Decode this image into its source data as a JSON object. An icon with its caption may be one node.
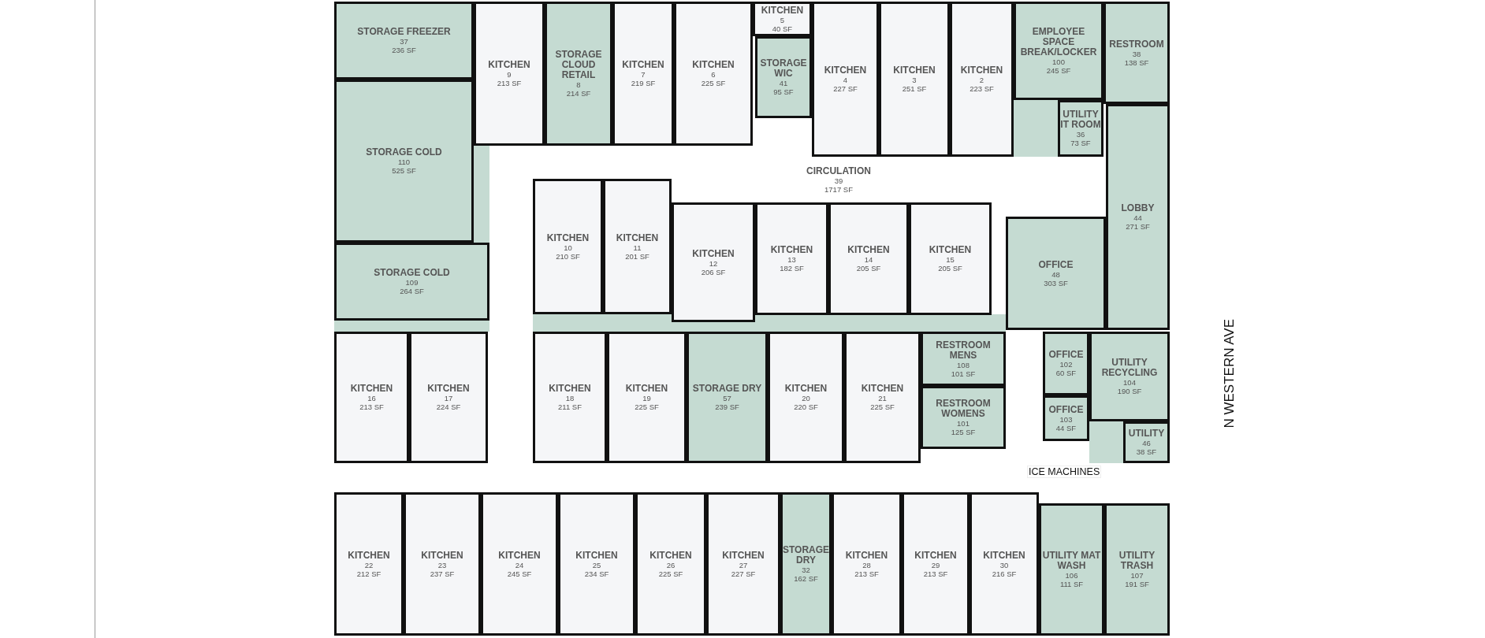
{
  "diagram": {
    "nodes": [
      {
        "text": [
          "STORAGE FREEZER",
          "37",
          "236 SF"
        ]
      },
      {
        "text": [
          "KITCHEN",
          "9",
          "213 SF"
        ]
      },
      {
        "text": [
          "STORAGE CLOUD RETAIL",
          "8",
          "214 SF"
        ]
      },
      {
        "text": [
          "KITCHEN",
          "7",
          "219 SF"
        ]
      },
      {
        "text": [
          "KITCHEN",
          "6",
          "225 SF"
        ]
      },
      {
        "text": [
          "KITCHEN",
          "5",
          "40 SF"
        ]
      },
      {
        "text": [
          "STORAGE WIC",
          "41",
          "95 SF"
        ]
      },
      {
        "text": [
          "KITCHEN",
          "4",
          "227 SF"
        ]
      },
      {
        "text": [
          "KITCHEN",
          "3",
          "251 SF"
        ]
      },
      {
        "text": [
          "KITCHEN",
          "2",
          "223 SF"
        ]
      },
      {
        "text": [
          "EMPLOYEE SPACE BREAK/LOCKER",
          "100",
          "245 SF"
        ]
      },
      {
        "text": [
          "RESTROOM",
          "38",
          "138 SF"
        ]
      },
      {
        "text": [
          "STORAGE COLD",
          "110",
          "525 SF"
        ]
      },
      {
        "text": [
          "UTILITY IT ROOM",
          "36",
          "73 SF"
        ]
      },
      {
        "text": [
          "CIRCULATION",
          "39",
          "1717 SF"
        ]
      },
      {
        "text": [
          "KITCHEN",
          "10",
          "210 SF"
        ]
      },
      {
        "text": [
          "KITCHEN",
          "11",
          "201 SF"
        ]
      },
      {
        "text": [
          "KITCHEN",
          "12",
          "206 SF"
        ]
      },
      {
        "text": [
          "KITCHEN",
          "13",
          "182 SF"
        ]
      },
      {
        "text": [
          "KITCHEN",
          "14",
          "205 SF"
        ]
      },
      {
        "text": [
          "KITCHEN",
          "15",
          "205 SF"
        ]
      },
      {
        "text": [
          "LOBBY",
          "44",
          "271 SF"
        ]
      },
      {
        "text": [
          "OFFICE",
          "48",
          "303 SF"
        ]
      },
      {
        "text": [
          "STORAGE COLD",
          "109",
          "264 SF"
        ]
      },
      {
        "text": [
          "KITCHEN",
          "16",
          "213 SF"
        ]
      },
      {
        "text": [
          "KITCHEN",
          "17",
          "224 SF"
        ]
      },
      {
        "text": [
          "KITCHEN",
          "18",
          "211 SF"
        ]
      },
      {
        "text": [
          "KITCHEN",
          "19",
          "225 SF"
        ]
      },
      {
        "text": [
          "STORAGE DRY",
          "57",
          "239 SF"
        ]
      },
      {
        "text": [
          "KITCHEN",
          "20",
          "220 SF"
        ]
      },
      {
        "text": [
          "KITCHEN",
          "21",
          "225 SF"
        ]
      },
      {
        "text": [
          "RESTROOM MENS",
          "108",
          "101 SF"
        ]
      },
      {
        "text": [
          "OFFICE",
          "102",
          "60 SF"
        ]
      },
      {
        "text": [
          "UTILITY RECYCLING",
          "104",
          "190 SF"
        ]
      },
      {
        "text": [
          "RESTROOM WOMENS",
          "101",
          "125 SF"
        ]
      },
      {
        "text": [
          "OFFICE",
          "103",
          "44 SF"
        ]
      },
      {
        "text": [
          "UTILITY",
          "46",
          "38 SF"
        ]
      },
      {
        "text": [
          "KITCHEN",
          "22",
          "212 SF"
        ]
      },
      {
        "text": [
          "KITCHEN",
          "23",
          "237 SF"
        ]
      },
      {
        "text": [
          "KITCHEN",
          "24",
          "245 SF"
        ]
      },
      {
        "text": [
          "KITCHEN",
          "25",
          "234 SF"
        ]
      },
      {
        "text": [
          "KITCHEN",
          "26",
          "225 SF"
        ]
      },
      {
        "text": [
          "KITCHEN",
          "27",
          "227 SF"
        ]
      },
      {
        "text": [
          "STORAGE DRY",
          "32",
          "162 SF"
        ]
      },
      {
        "text": [
          "KITCHEN",
          "28",
          "213 SF"
        ]
      },
      {
        "text": [
          "KITCHEN",
          "29",
          "213 SF"
        ]
      },
      {
        "text": [
          "KITCHEN",
          "30",
          "216 SF"
        ]
      },
      {
        "text": [
          "UTILITY MAT WASH",
          "106",
          "111 SF"
        ]
      },
      {
        "text": [
          "UTILITY TRASH",
          "107",
          "191 SF"
        ]
      }
    ],
    "labels": [
      "ICE MACHINES",
      "N WESTERN AVE"
    ]
  }
}
